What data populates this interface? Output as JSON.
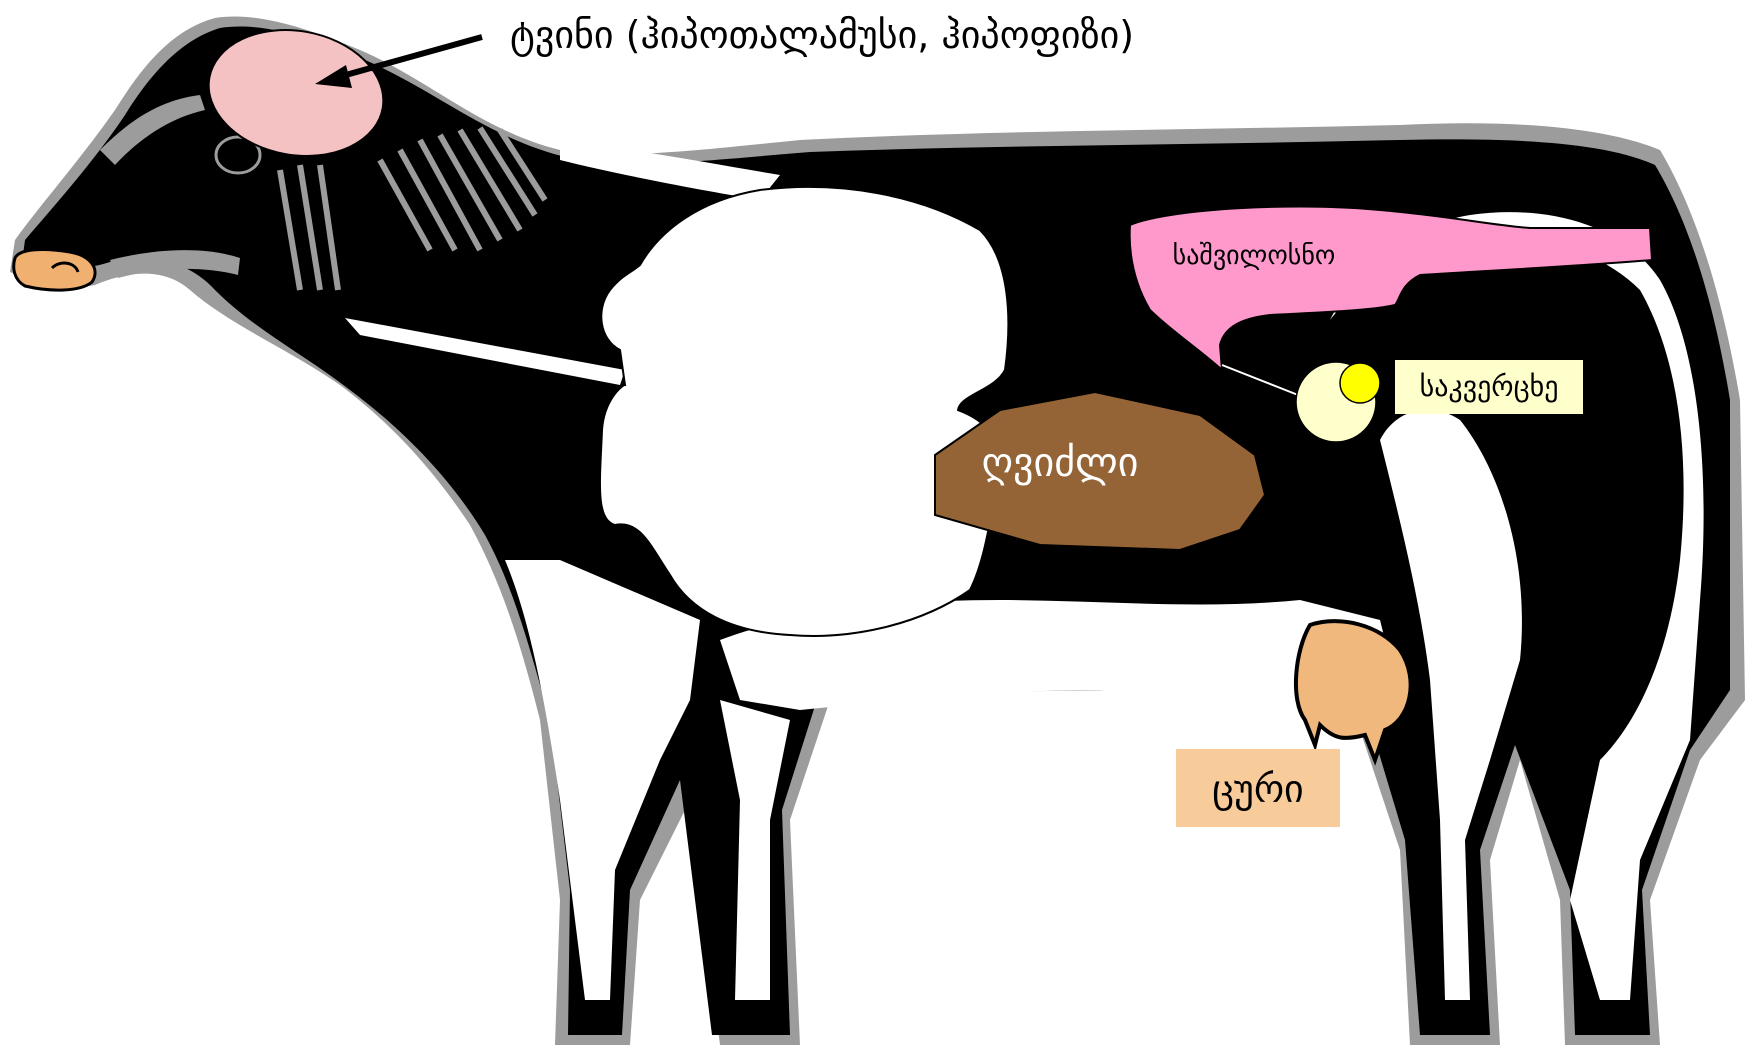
{
  "labels": {
    "brain": "ტვინი (ჰიპოთალამუსი, ჰიპოფიზი)",
    "liver": "ღვიძლი",
    "uterus": "საშვილოსნო",
    "ovary": "საკვერცხე",
    "udder": "ცური"
  },
  "colors": {
    "brain": "#f5c2c4",
    "liver": "#956436",
    "uterus": "#ff99cc",
    "ovary_outer": "#ffffcc",
    "ovary_inner": "#ffff00",
    "ovary_label_bg": "#ffffcc",
    "udder_label_bg": "#f8cc9a",
    "udder": "#f0b87c",
    "cow_black": "#000000",
    "cow_grey": "#9c9c9c",
    "muzzle": "#f0b070"
  }
}
